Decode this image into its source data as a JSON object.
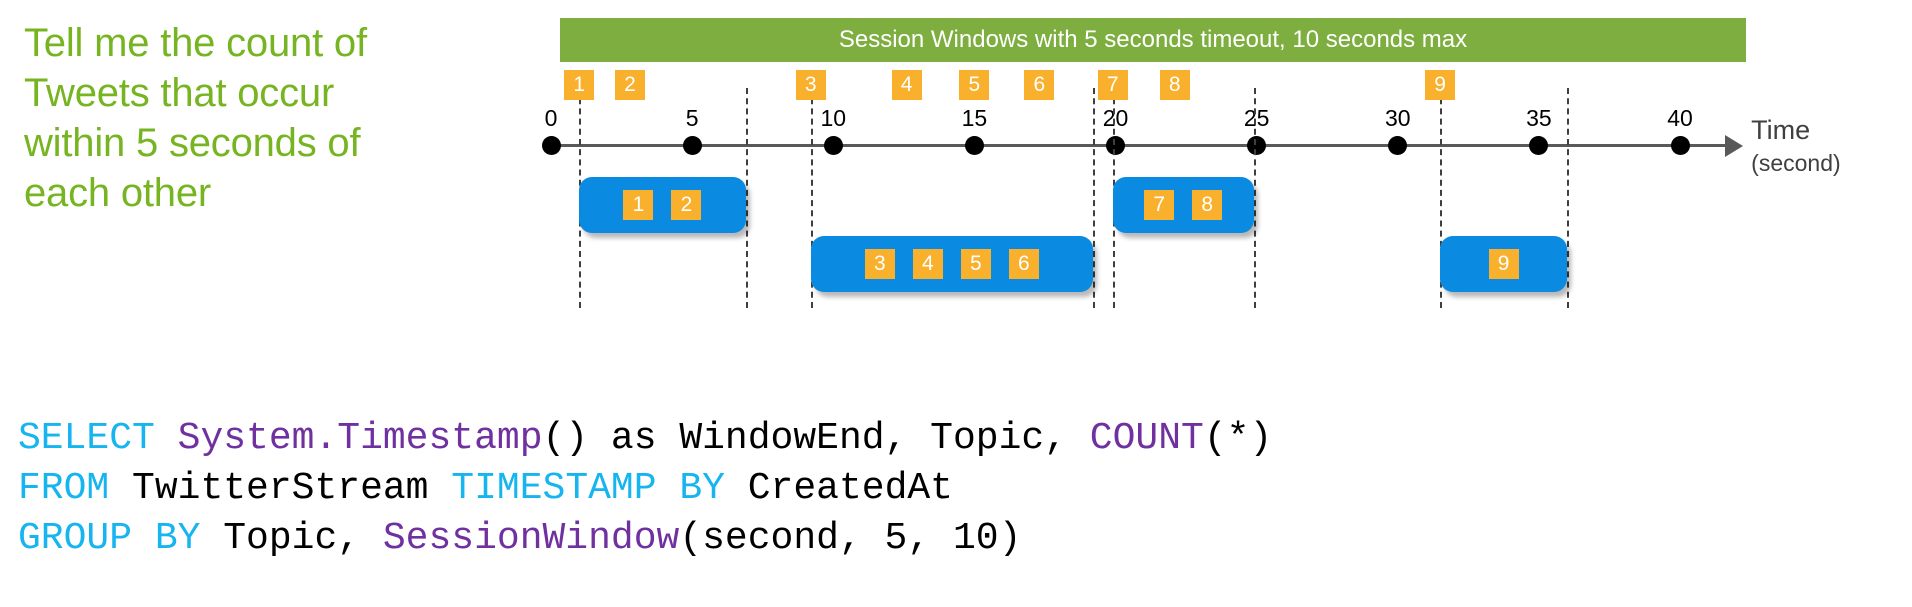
{
  "caption": {
    "text": "Tell me the count of Tweets that occur within 5 seconds of each other",
    "color": "#76b521"
  },
  "diagram": {
    "banner": {
      "label": "Session Windows with 5 seconds timeout, 10 seconds max",
      "color": "#7dae3f",
      "text_color": "#ffffff"
    },
    "axis": {
      "title": "Time",
      "subtitle": "(second)",
      "tick_labels": [
        "0",
        "5",
        "10",
        "15",
        "20",
        "25",
        "30",
        "35",
        "40"
      ],
      "tick_values": [
        0,
        5,
        10,
        15,
        20,
        25,
        30,
        35,
        40
      ],
      "unit": "second",
      "line_color": "#595959",
      "dot_color": "#000000"
    },
    "events": [
      {
        "label": "1",
        "time": 1.0
      },
      {
        "label": "2",
        "time": 2.8
      },
      {
        "label": "3",
        "time": 9.2
      },
      {
        "label": "4",
        "time": 12.6
      },
      {
        "label": "5",
        "time": 15.0
      },
      {
        "label": "6",
        "time": 17.3
      },
      {
        "label": "7",
        "time": 19.9
      },
      {
        "label": "8",
        "time": 22.1
      },
      {
        "label": "9",
        "time": 31.5
      }
    ],
    "event_color": "#f9b02c",
    "event_text_color": "#ffffff",
    "session_windows": [
      {
        "name": "window-1",
        "events": [
          "1",
          "2"
        ],
        "start": 1.0,
        "end": 6.9
      },
      {
        "name": "window-2",
        "events": [
          "3",
          "4",
          "5",
          "6"
        ],
        "start": 9.2,
        "end": 19.2
      },
      {
        "name": "window-3",
        "events": [
          "7",
          "8"
        ],
        "start": 19.9,
        "end": 24.9
      },
      {
        "name": "window-4",
        "events": [
          "9"
        ],
        "start": 31.5,
        "end": 36.0
      }
    ],
    "session_color": "#0b8ae2",
    "boundary_lines": [
      1.0,
      6.9,
      9.2,
      19.2,
      19.9,
      24.9,
      31.5,
      36.0
    ]
  },
  "sql": {
    "lines": [
      [
        {
          "t": "SELECT ",
          "c": "kw"
        },
        {
          "t": "System.Timestamp",
          "c": "fn"
        },
        {
          "t": "() as WindowEnd, Topic, ",
          "c": "pl"
        },
        {
          "t": "COUNT",
          "c": "fn"
        },
        {
          "t": "(*)",
          "c": "pl"
        }
      ],
      [
        {
          "t": "FROM ",
          "c": "kw"
        },
        {
          "t": "TwitterStream ",
          "c": "pl"
        },
        {
          "t": "TIMESTAMP BY ",
          "c": "kw"
        },
        {
          "t": "CreatedAt",
          "c": "pl"
        }
      ],
      [
        {
          "t": "GROUP BY ",
          "c": "kw"
        },
        {
          "t": "Topic, ",
          "c": "pl"
        },
        {
          "t": "SessionWindow",
          "c": "fn"
        },
        {
          "t": "(second, 5, 10)",
          "c": "pl"
        }
      ]
    ],
    "keyword_color": "#16b5f0",
    "function_color": "#7030a0",
    "plain_color": "#000000"
  }
}
